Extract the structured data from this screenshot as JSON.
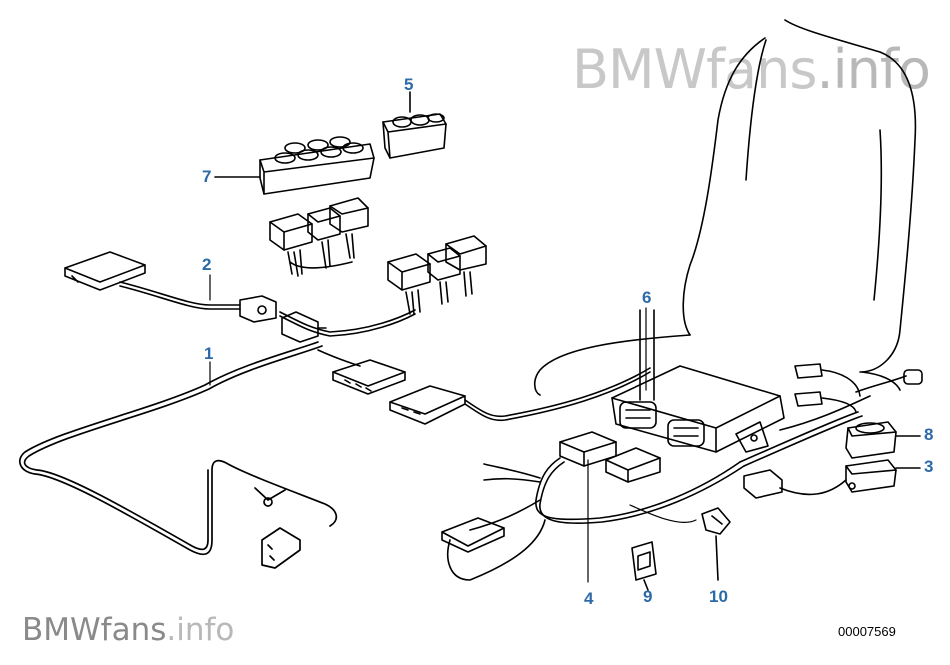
{
  "watermark": {
    "brand": "BMWfans",
    "tld": ".info"
  },
  "diagram_id": "00007569",
  "callouts": [
    {
      "id": "1",
      "label": "1"
    },
    {
      "id": "2",
      "label": "2"
    },
    {
      "id": "3",
      "label": "3"
    },
    {
      "id": "4",
      "label": "4"
    },
    {
      "id": "5",
      "label": "5"
    },
    {
      "id": "6",
      "label": "6"
    },
    {
      "id": "7",
      "label": "7"
    },
    {
      "id": "8",
      "label": "8"
    },
    {
      "id": "9",
      "label": "9"
    },
    {
      "id": "10",
      "label": "10"
    }
  ],
  "colors": {
    "callout": "#2d6aa8",
    "line": "#000000",
    "watermark": "#c8c8c8"
  }
}
